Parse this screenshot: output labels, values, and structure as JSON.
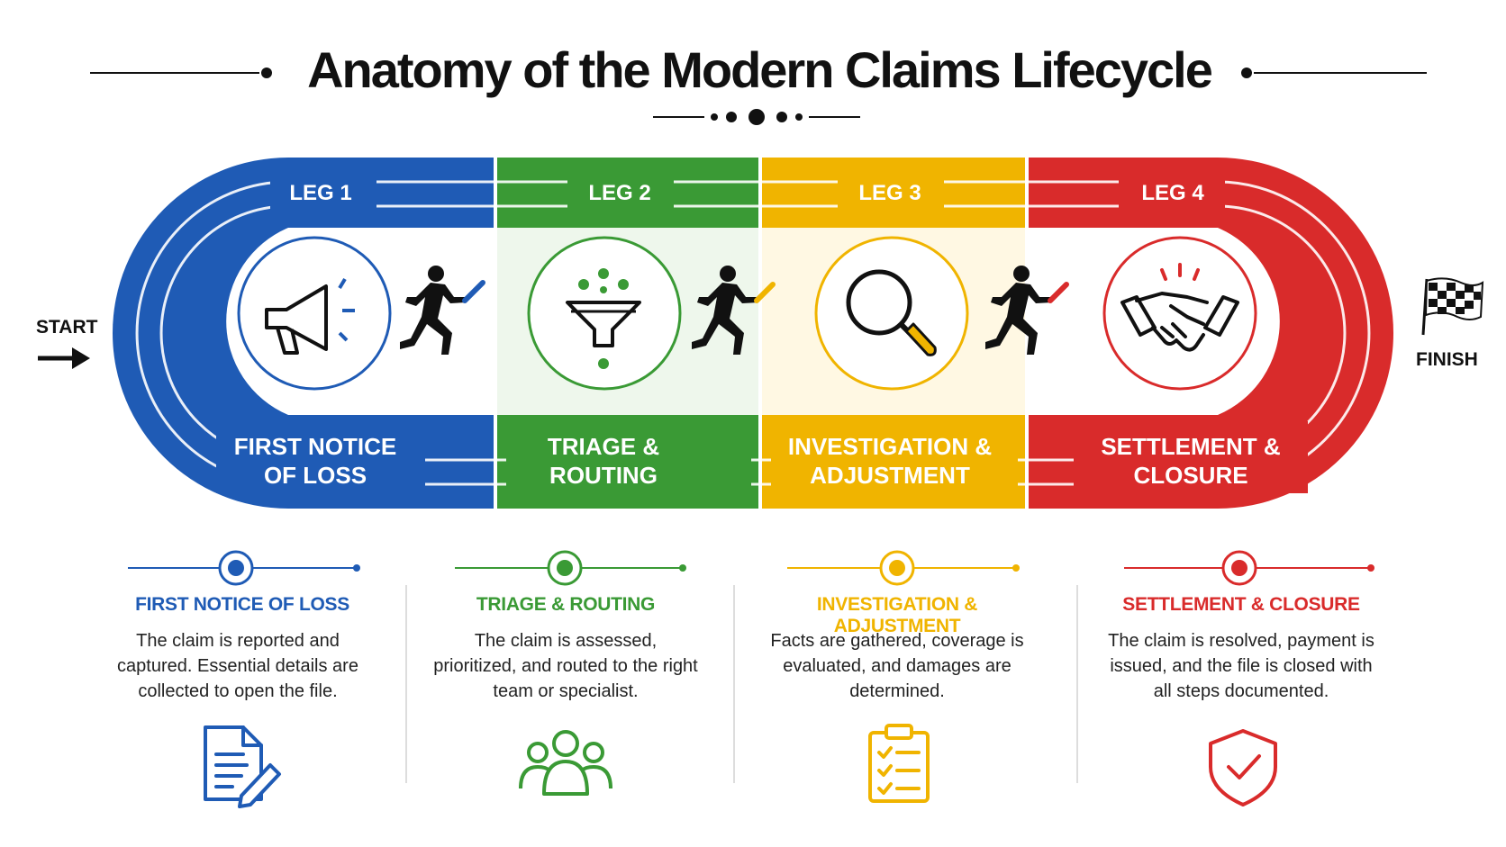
{
  "title": "Anatomy of the Modern Claims Lifecycle",
  "start_label": "START",
  "finish_label": "FINISH",
  "legs": [
    {
      "leg": "LEG 1",
      "band_line1": "FIRST NOTICE",
      "band_line2": "OF LOSS",
      "name": "FIRST NOTICE OF LOSS",
      "description": "The claim is reported and captured. Essential details are collected to open the file.",
      "color": "#1f5bb5",
      "icon": "megaphone-icon",
      "bottom_icon": "document-pen-icon"
    },
    {
      "leg": "LEG 2",
      "band_line1": "TRIAGE &",
      "band_line2": "ROUTING",
      "name": "TRIAGE & ROUTING",
      "description": "The claim is assessed, prioritized, and routed to the right team or specialist.",
      "color": "#3a9a35",
      "icon": "funnel-icon",
      "bottom_icon": "team-icon"
    },
    {
      "leg": "LEG 3",
      "band_line1": "INVESTIGATION &",
      "band_line2": "ADJUSTMENT",
      "name": "INVESTIGATION & ADJUSTMENT",
      "description": "Facts are gathered, coverage is evaluated, and damages are determined.",
      "color": "#f0b400",
      "icon": "magnifier-icon",
      "bottom_icon": "checklist-icon"
    },
    {
      "leg": "LEG 4",
      "band_line1": "SETTLEMENT &",
      "band_line2": "CLOSURE",
      "name": "SETTLEMENT & CLOSURE",
      "description": "The claim is resolved, payment is issued, and the file is closed with all steps documented.",
      "color": "#d92b2b",
      "icon": "handshake-icon",
      "bottom_icon": "shield-check-icon"
    }
  ]
}
